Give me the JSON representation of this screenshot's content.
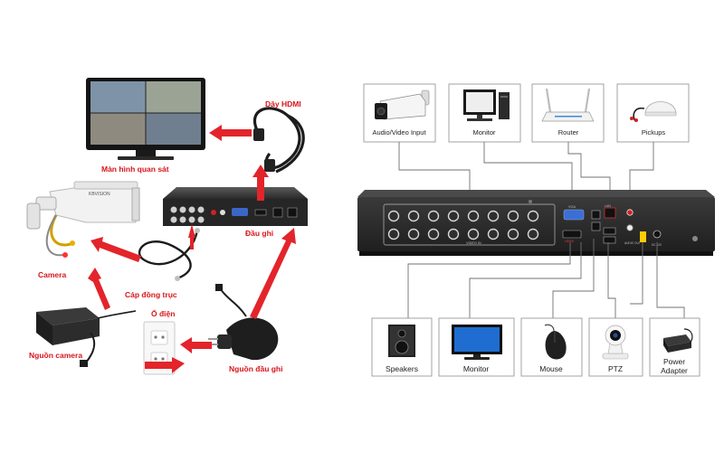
{
  "left": {
    "labels": {
      "monitor": "Màn hình quan sát",
      "hdmi": "Dây HDMI",
      "camera": "Camera",
      "dvr": "Đầu ghi",
      "coax": "Cáp đồng trục",
      "outlet": "Ổ điện",
      "camera_power": "Nguồn camera",
      "dvr_power": "Nguồn đầu ghi"
    },
    "camera_brand": "KBVISION"
  },
  "right": {
    "top_devices": [
      "Audio/Video Input",
      "Monitor",
      "Router",
      "Pickups"
    ],
    "bottom_devices": [
      "Speakers",
      "Monitor",
      "Mouse",
      "PTZ",
      "Power Adapter"
    ],
    "bottom_power_line1": "Power",
    "bottom_power_line2": "Adapter",
    "panel": {
      "video_in": "VIDEO IN",
      "hdmi": "HDMI",
      "vga": "VGA",
      "audio_out": "AUDIO OUT",
      "dc": "DC 12V",
      "lan": "LAN"
    }
  },
  "colors": {
    "arrow": "#e3242b",
    "label": "#d8151b",
    "dvr_body": "#2b2b2b"
  }
}
